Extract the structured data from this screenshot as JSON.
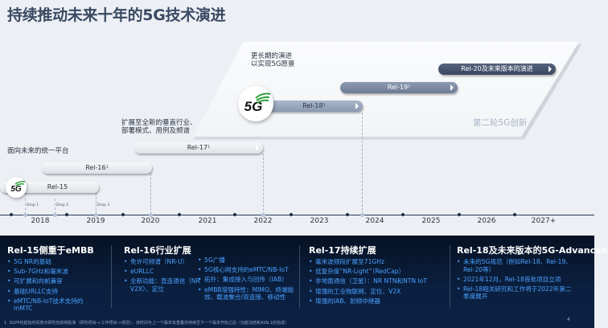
{
  "title": "持续推动未来十年的5G技术演进",
  "annotations": {
    "unified_platform": "面向未来的统一平台",
    "vertical_line1": "扩展至全新的垂直行业、",
    "vertical_line2": "部署模式、用例及频谱",
    "long_term_line1": "更长期的演进",
    "long_term_line2": "以实现5G愿景",
    "second_wave": "第二轮5G创新"
  },
  "releases": [
    {
      "label": "Rel-15",
      "style": "light"
    },
    {
      "label": "Rel-16¹",
      "style": "light"
    },
    {
      "label": "Rel-17¹",
      "style": "light"
    },
    {
      "label": "Rel-18¹",
      "style": "mid"
    },
    {
      "label": "Rel-19¹",
      "style": "slate"
    },
    {
      "label": "Rel-20及未来版本的演进",
      "style": "dark"
    }
  ],
  "logo": {
    "text": "5G",
    "accent": "#2e9e3a"
  },
  "drops": [
    "Drop 1",
    "Drop 2",
    "Drop 3"
  ],
  "timeline": {
    "years": [
      "2018",
      "2019",
      "2020",
      "2021",
      "2022",
      "2023",
      "2024",
      "2025",
      "2026",
      "2027+"
    ]
  },
  "columns": [
    {
      "heading": "Rel-15侧重于eMBB",
      "items": [
        "5G NR的基础",
        "Sub-7GHz和毫米波",
        "可扩展和向前兼容",
        "基础URLLC支持",
        "eMTC/NB-IoT技术支持的mMTC"
      ]
    },
    {
      "heading": "Rel-16行业扩展",
      "items": [
        "免许可频谱（NR-U）",
        "eURLLC",
        "全新功能：直连通信（NR V2X）、定位"
      ],
      "items_b": [
        "5G广播",
        "5G核心网支持的eMTC/NB-IoT",
        "拓扑：集成接入与回传（IAB）",
        "eMBB增强特性：MIMO、终端能效、载波聚合/双连接、移动性"
      ]
    },
    {
      "heading": "Rel-17持续扩展",
      "items": [
        "毫米波频段扩展至71GHz",
        "低复杂度“NR-Light”（RedCap）",
        "非地面通信（卫星）：NR NTN和NTN IoT",
        "增强的工业物联网、定位、V2X",
        "增强的IAB、射频中继器"
      ]
    },
    {
      "heading": "Rel-18及未来版本的5G-Advanced",
      "items": [
        "未来的5G规范（例如Rel-18、Rel-19、Rel-20等）",
        "2021年12月，Rel-18首批项目立项",
        "Rel-18相关研究和工作将于2022年第二季度展开"
      ]
    }
  ],
  "footnote": "1. 3GPP的起始时间表示研究包获得批准（研究项目->工作项目->规范），该时间与上一个版本有重叠并持续至下一个版本开始之后（功能冻结和ASN.1的完成）",
  "page_number": "4",
  "colors": {
    "bottom_bg": "#0b2040",
    "bullet_blue": "#4aa0ff",
    "title": "#3a4a63",
    "bar_dark": "#3a4660"
  }
}
